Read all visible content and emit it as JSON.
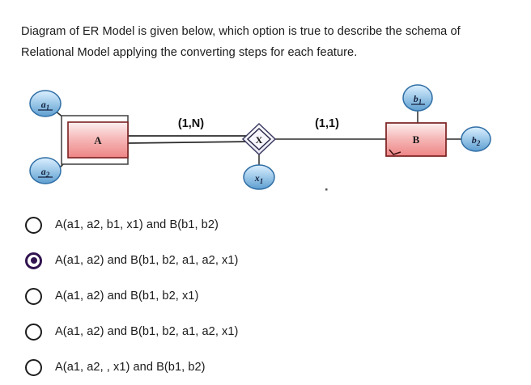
{
  "question": {
    "text": "Diagram of ER Model is given below, which option is true to describe the schema of Relational Model applying the converting steps for each feature."
  },
  "diagram": {
    "type": "er-diagram",
    "entities": [
      {
        "id": "A",
        "label": "A",
        "kind": "weak-entity",
        "shape": "double-rectangle"
      },
      {
        "id": "B",
        "label": "B",
        "kind": "strong-entity",
        "shape": "rectangle"
      }
    ],
    "relationship": {
      "id": "X",
      "label": "X",
      "kind": "identifying-relationship",
      "shape": "double-diamond"
    },
    "attributes": [
      {
        "id": "a1",
        "label": "a",
        "subscript": "1",
        "key": true,
        "owner": "A"
      },
      {
        "id": "a2",
        "label": "a",
        "subscript": "2",
        "key": true,
        "owner": "A"
      },
      {
        "id": "x1",
        "label": "x",
        "subscript": "1",
        "key": false,
        "owner": "X"
      },
      {
        "id": "b1",
        "label": "b",
        "subscript": "1",
        "key": true,
        "owner": "B"
      },
      {
        "id": "b2",
        "label": "b",
        "subscript": "2",
        "key": false,
        "owner": "B"
      }
    ],
    "cardinalities": [
      {
        "id": "card-a-x",
        "label": "(1,N)",
        "between": "A-X",
        "participation": "total"
      },
      {
        "id": "card-x-b",
        "label": "(1,1)",
        "between": "X-B",
        "participation": "partial"
      }
    ],
    "colors": {
      "entity_fill_top": "#fdecec",
      "entity_fill_bottom": "#ef8a8a",
      "entity_stroke": "#7b2020",
      "attribute_fill_top": "#d8ecfa",
      "attribute_fill_bottom": "#6ba3d6",
      "attribute_stroke": "#2f6ea5",
      "relationship_fill": "#f4f3fb",
      "relationship_stroke": "#3a3a62",
      "line": "#2b2b2b"
    }
  },
  "options": {
    "selected_index": 1,
    "items": [
      {
        "id": "option-1",
        "label": "A(a1, a2, b1, x1) and B(b1, b2)"
      },
      {
        "id": "option-2",
        "label": "A(a1, a2) and B(b1, b2, a1, a2, x1)"
      },
      {
        "id": "option-3",
        "label": "A(a1, a2) and B(b1, b2, x1)"
      },
      {
        "id": "option-4",
        "label": "A(a1, a2) and B(b1, b2, a1, a2, x1)"
      },
      {
        "id": "option-5",
        "label": "A(a1, a2, , x1) and B(b1, b2)"
      }
    ]
  }
}
